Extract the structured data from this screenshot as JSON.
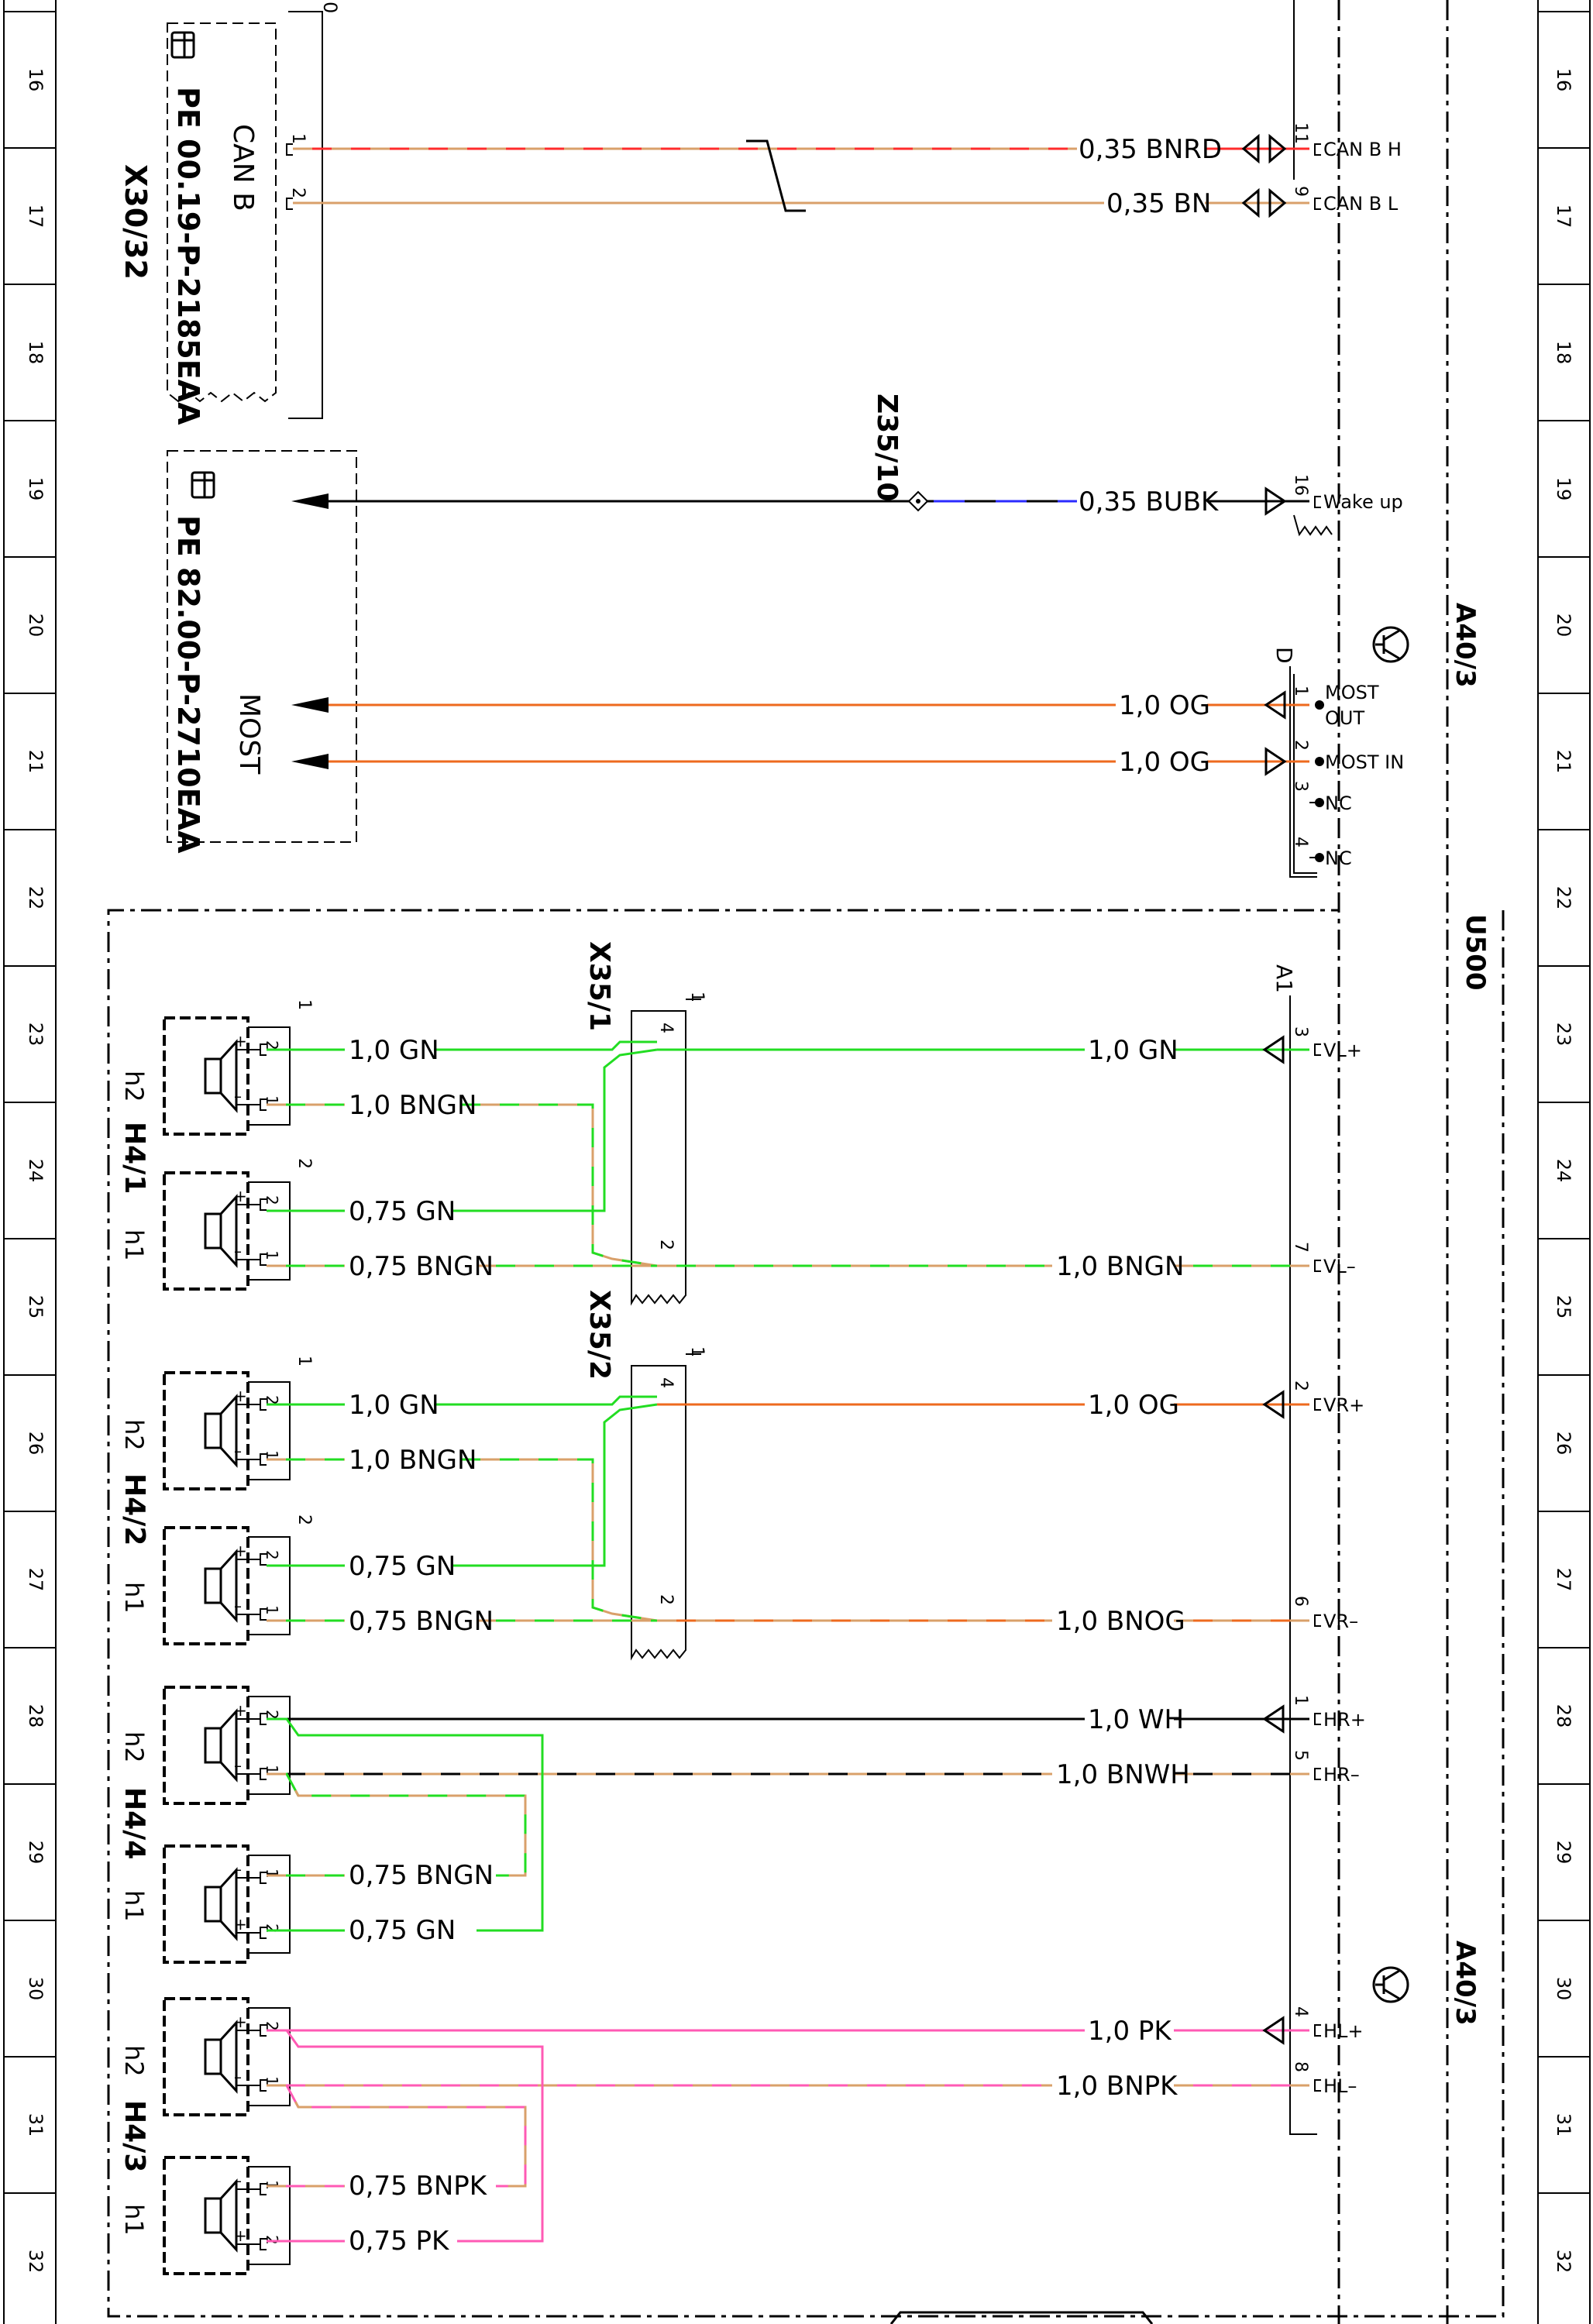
{
  "colors": {
    "red": "#ff2b2b",
    "brown": "#d9a06a",
    "blue": "#2b2bff",
    "orange": "#ee6a1e",
    "green": "#22dd22",
    "pink": "#ff5ab4",
    "black": "#000000"
  },
  "row_numbers": [
    "16",
    "17",
    "18",
    "19",
    "20",
    "21",
    "22",
    "23",
    "24",
    "25",
    "26",
    "27",
    "28",
    "29",
    "30",
    "31",
    "32"
  ],
  "header": {
    "top_zero": "0"
  },
  "left_blocks": {
    "x30_32": "X30/32",
    "can_ref": "PE 00.19-P-2185EAA",
    "can_title": "CAN B",
    "can_pin1": "1",
    "can_pin2": "2",
    "most_ref": "PE 82.00-P-2710EAA",
    "most_title": "MOST",
    "ref_icon": "hand-pointer-icon"
  },
  "wires": {
    "can_h": "0,35 BNRD",
    "can_l": "0,35 BN",
    "wake": "0,35 BUBK",
    "most_out": "1,0 OG",
    "most_in": "1,0 OG",
    "vl_plus": "1,0 GN",
    "vl_minus": "1,0 BNGN",
    "vr_plus": "1,0 OG",
    "vr_minus": "1,0 BNOG",
    "hr_plus": "1,0 WH",
    "hr_minus": "1,0 BNWH",
    "hl_plus": "1,0 PK",
    "hl_minus": "1,0 BNPK"
  },
  "z35": "Z35/10",
  "module": {
    "a40_3_top": "A40/3",
    "a40_3_bottom": "A40/3",
    "u500": "U500",
    "d_label": "D",
    "a1_label": "A1"
  },
  "module_pins": {
    "can_h": {
      "num": "11",
      "label": "CAN B H"
    },
    "can_l": {
      "num": "9",
      "label": "CAN B L"
    },
    "wake": {
      "num": "16",
      "label": "Wake up"
    },
    "most_out": {
      "num": "1",
      "label1": "MOST",
      "label2": "OUT"
    },
    "most_in": {
      "num": "2",
      "label": "MOST IN"
    },
    "nc1": {
      "num": "3",
      "label": "NC"
    },
    "nc2": {
      "num": "4",
      "label": "NC"
    },
    "vl_plus": {
      "num": "3",
      "label": "VL+"
    },
    "vl_minus": {
      "num": "7",
      "label": "VL–"
    },
    "vr_plus": {
      "num": "2",
      "label": "VR+"
    },
    "vr_minus": {
      "num": "6",
      "label": "VR–"
    },
    "hr_plus": {
      "num": "1",
      "label": "HR+"
    },
    "hr_minus": {
      "num": "5",
      "label": "HR–"
    },
    "hl_plus": {
      "num": "4",
      "label": "HL+"
    },
    "hl_minus": {
      "num": "8",
      "label": "HL–"
    }
  },
  "connectors": {
    "x35_1": {
      "name": "X35/1",
      "num": "1",
      "pin_top": "4",
      "pin_bottom": "2"
    },
    "x35_2": {
      "name": "X35/2",
      "num": "1",
      "pin_top": "4",
      "pin_bottom": "2"
    }
  },
  "speakers": {
    "h4_1": {
      "name": "H4/1",
      "h2": {
        "tag": "h2",
        "num": "1",
        "wire_plus": "1,0 GN",
        "wire_minus": "1,0 BNGN"
      },
      "h1": {
        "tag": "h1",
        "num": "2",
        "wire_plus": "0,75 GN",
        "wire_minus": "0,75 BNGN"
      }
    },
    "h4_2": {
      "name": "H4/2",
      "h2": {
        "tag": "h2",
        "num": "1",
        "wire_plus": "1,0 GN",
        "wire_minus": "1,0 BNGN"
      },
      "h1": {
        "tag": "h1",
        "num": "2",
        "wire_plus": "0,75 GN",
        "wire_minus": "0,75 BNGN"
      }
    },
    "h4_4": {
      "name": "H4/4",
      "h2": {
        "tag": "h2"
      },
      "h1": {
        "tag": "h1",
        "wire_minus": "0,75 BNGN",
        "wire_plus": "0,75 GN"
      }
    },
    "h4_3": {
      "name": "H4/3",
      "h2": {
        "tag": "h2"
      },
      "h1": {
        "tag": "h1",
        "wire_minus": "0,75 BNPK",
        "wire_plus": "0,75 PK"
      }
    }
  },
  "pin_marks": {
    "one": "1",
    "two": "2",
    "plus": "+",
    "minus": "–"
  }
}
